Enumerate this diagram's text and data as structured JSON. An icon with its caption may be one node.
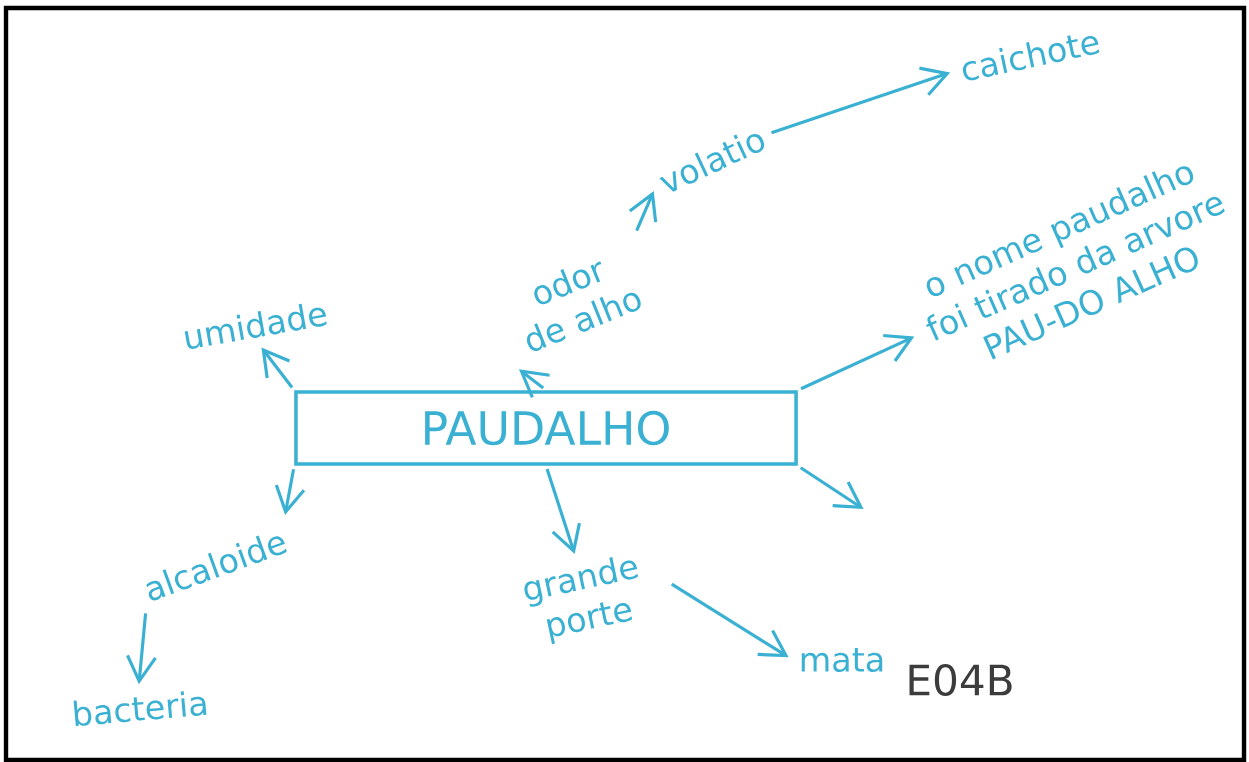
{
  "diagram": {
    "nodes": [
      {
        "text": [
          "PAUDALHO"
        ]
      },
      {
        "text": [
          "umidade"
        ]
      },
      {
        "text": [
          "odor de alho"
        ]
      },
      {
        "text": [
          "volatio"
        ]
      },
      {
        "text": [
          "caichote"
        ]
      },
      {
        "text": [
          "o nome paudalho foi tirado da arvore PAU-DO ALHO"
        ]
      },
      {
        "text": [
          "alcaloide"
        ]
      },
      {
        "text": [
          "bacteria"
        ]
      },
      {
        "text": [
          "grande porte"
        ]
      },
      {
        "text": [
          "mata"
        ]
      }
    ],
    "edges": [
      {
        "from": 0,
        "to": 1,
        "arrow": "to"
      },
      {
        "from": 0,
        "to": 2,
        "arrow": "to"
      },
      {
        "from": 2,
        "to": 3,
        "arrow": "to"
      },
      {
        "from": 3,
        "to": 4,
        "arrow": "to"
      },
      {
        "from": 0,
        "to": 5,
        "arrow": "to"
      },
      {
        "from": 0,
        "to": 6,
        "arrow": "to"
      },
      {
        "from": 6,
        "to": 7,
        "arrow": "to"
      },
      {
        "from": 0,
        "to": 8,
        "arrow": "to"
      },
      {
        "from": 0,
        "to": null,
        "arrow": "to"
      },
      {
        "from": 8,
        "to": 9,
        "arrow": "to"
      }
    ],
    "labels": [
      "E04B"
    ]
  }
}
